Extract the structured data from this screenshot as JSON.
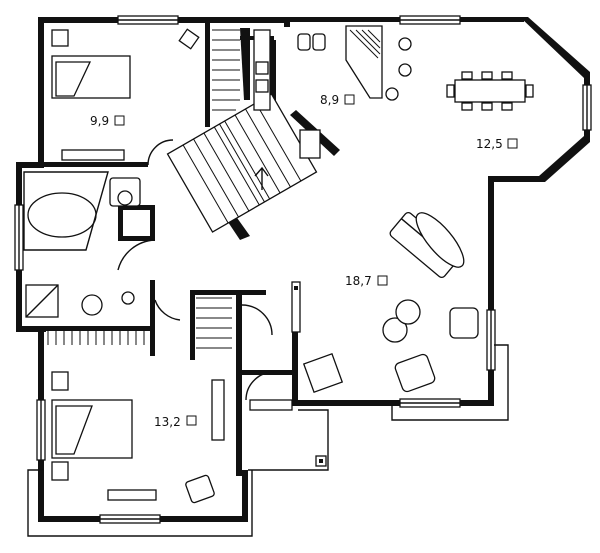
{
  "rooms": {
    "bedroom_upper": {
      "area": "9,9"
    },
    "kitchen": {
      "area": "8,9"
    },
    "dining": {
      "area": "12,5"
    },
    "living": {
      "area": "18,7"
    },
    "bedroom_lower": {
      "area": "13,2"
    }
  }
}
